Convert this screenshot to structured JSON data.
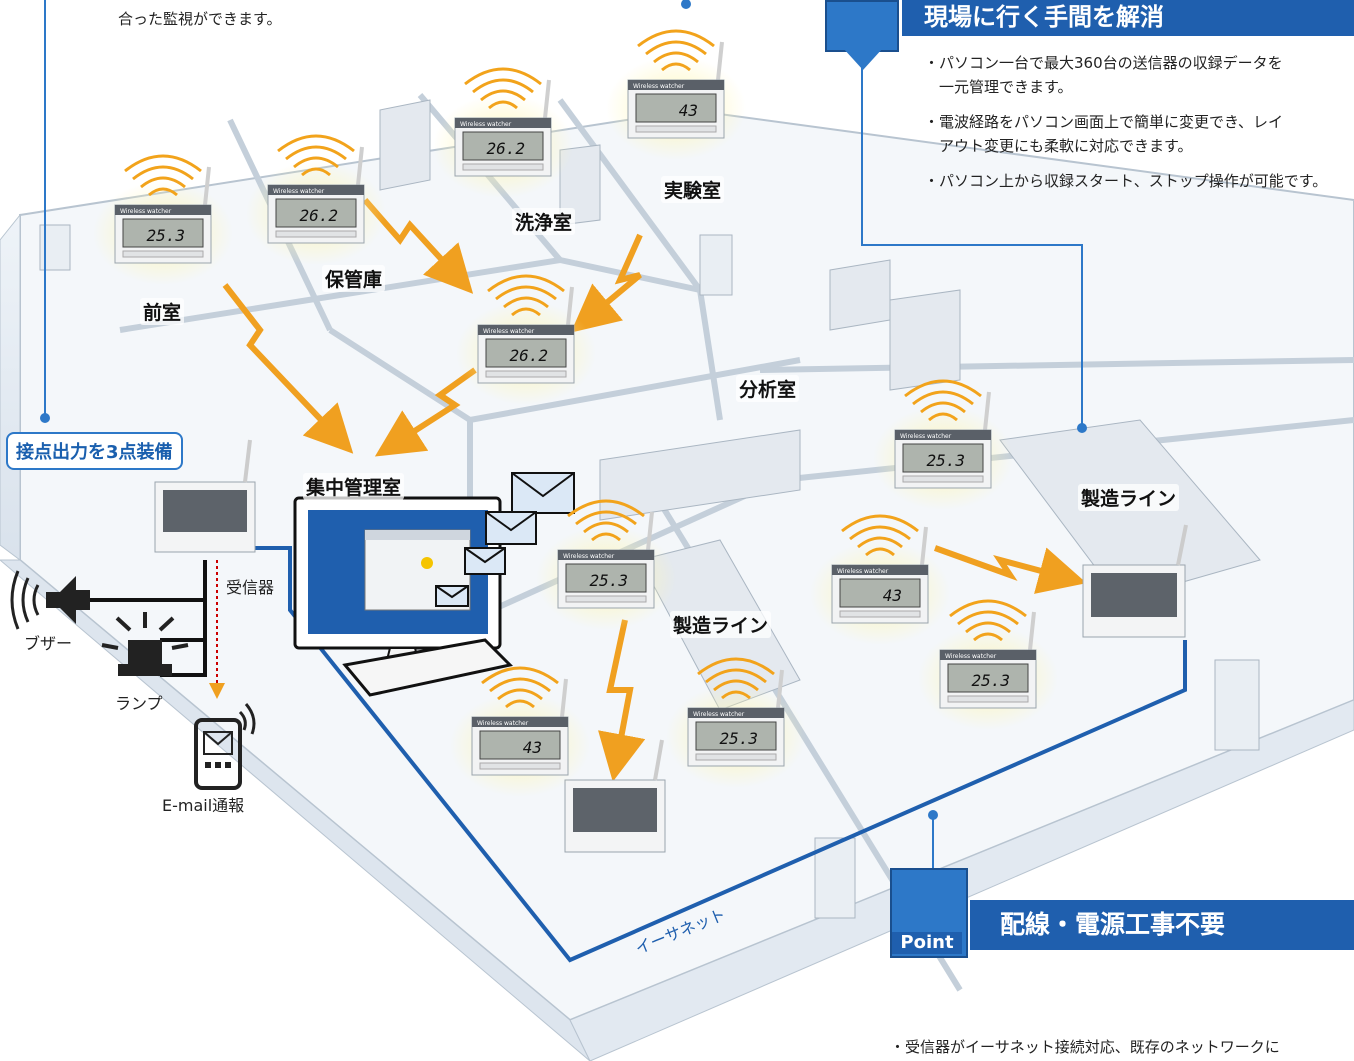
{
  "top_note": "合った監視ができます。",
  "rooms": {
    "anteroom": "前室",
    "storage": "保管庫",
    "washroom": "洗浄室",
    "lab": "実験室",
    "analysis": "分析室",
    "control": "集中管理室",
    "line_center": "製造ライン",
    "line_right": "製造ライン"
  },
  "devices": {
    "receiver": "受信器",
    "buzzer": "ブザー",
    "lamp": "ランプ",
    "email": "E-mail通報",
    "ethernet": "イーサネット"
  },
  "readings": {
    "anteroom": "25.3",
    "storage": "26.2",
    "washroom": "26.2",
    "lab": "43",
    "control_corridor": "26.2",
    "analysis": "25.3",
    "center": "25.3",
    "right_upper": "43",
    "right_lower": "25.3",
    "bottom_center": "25.3",
    "bottom_left": "43"
  },
  "device_brand": "Wireless watcher",
  "badge_contact": "接点出力を3点装備",
  "callout_top": {
    "title": "現場に行く手間を解消",
    "bullets": [
      "・パソコン一台で最大360台の送信器の収録データを",
      "　一元管理できます。",
      "・電波経路をパソコン画面上で簡単に変更でき、レイ",
      "　アウト変更にも柔軟に対応できます。",
      "・パソコン上から収録スタート、ストップ操作が可能です。"
    ]
  },
  "callout_bottom": {
    "point": "Point",
    "title": "配線・電源工事不要",
    "bullets": [
      "・受信器がイーサネット接続対応、既存のネットワークに"
    ]
  },
  "colors": {
    "accent_blue": "#1f5fae",
    "arrow_orange": "#f0a020",
    "wave_orange": "#f2a31b"
  }
}
